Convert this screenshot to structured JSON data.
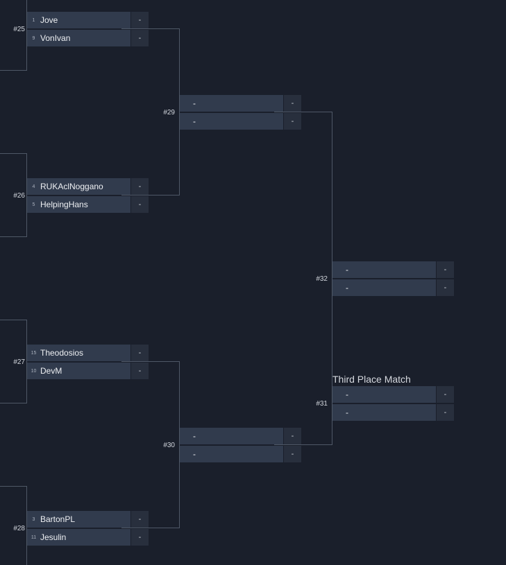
{
  "rounds": {
    "r1": [
      {
        "label": "#25",
        "top": {
          "seed": "1",
          "name": "Jove",
          "score": "-"
        },
        "bottom": {
          "seed": "9",
          "name": "VonIvan",
          "score": "-"
        }
      },
      {
        "label": "#26",
        "top": {
          "seed": "4",
          "name": "RUKAclNoggano",
          "score": "-"
        },
        "bottom": {
          "seed": "5",
          "name": "HelpingHans",
          "score": "-"
        }
      },
      {
        "label": "#27",
        "top": {
          "seed": "15",
          "name": "Theodosios",
          "score": "-"
        },
        "bottom": {
          "seed": "10",
          "name": "DevM",
          "score": "-"
        }
      },
      {
        "label": "#28",
        "top": {
          "seed": "3",
          "name": "BartonPL",
          "score": "-"
        },
        "bottom": {
          "seed": "11",
          "name": "Jesulin",
          "score": "-"
        }
      }
    ],
    "r2": [
      {
        "label": "#29",
        "top": {
          "seed": "",
          "name": "-",
          "score": "-"
        },
        "bottom": {
          "seed": "",
          "name": "-",
          "score": "-"
        }
      },
      {
        "label": "#30",
        "top": {
          "seed": "",
          "name": "-",
          "score": "-"
        },
        "bottom": {
          "seed": "",
          "name": "-",
          "score": "-"
        }
      }
    ],
    "final": {
      "label": "#32",
      "top": {
        "seed": "",
        "name": "-",
        "score": "-"
      },
      "bottom": {
        "seed": "",
        "name": "-",
        "score": "-"
      }
    },
    "third": {
      "title": "Third Place Match",
      "label": "#31",
      "top": {
        "seed": "",
        "name": "-",
        "score": "-"
      },
      "bottom": {
        "seed": "",
        "name": "-",
        "score": "-"
      }
    }
  },
  "colors": {
    "background": "#1a1f2b",
    "slot_name_bg": "#313b4d",
    "slot_score_bg": "#282f3d",
    "connector": "#4f5867"
  }
}
